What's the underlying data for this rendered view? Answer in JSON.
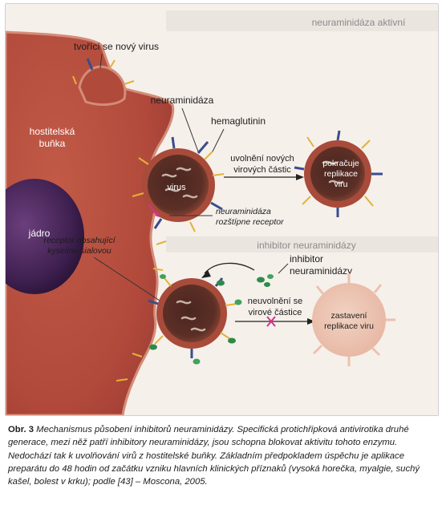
{
  "diagram": {
    "band_top": "neuraminidáza aktivní",
    "band_bottom": "inhibitor neuraminidázy",
    "host_cell": [
      "hostitelská",
      "buňka"
    ],
    "nucleus": "jádro",
    "budding": "tvořící se nový virus",
    "neuraminidase": "neuraminidáza",
    "hemagglutinin": "hemaglutinin",
    "virus": "virus",
    "release": [
      "uvolnění nových",
      "virových částic"
    ],
    "continue": [
      "pokračuje",
      "replikace",
      "viru"
    ],
    "cleaves": [
      "neuraminidáza",
      "rozštípne receptor"
    ],
    "receptor": [
      "receptor obsahující",
      "kyselinu sialovou"
    ],
    "inhibitor": [
      "inhibitor",
      "neuraminidázy"
    ],
    "no_release": [
      "neuvolnění  se",
      "virové částice"
    ],
    "stopped": [
      "zastavení",
      "replikace viru"
    ]
  },
  "caption": {
    "label": "Obr. 3",
    "text": "Mechanismus působení inhibitorů neuraminidázy. Specifická protichřipková antivirotika druhé generace, mezi něž patří inhibitory neuraminidázy, jsou schopna blokovat aktivitu tohoto enzymu. Nedochází tak k uvolňování virů z hostitelské buňky. Základním předpokladem úspěchu je aplikace preparátu do 48 hodin od začátku vzniku hlavních klinických příznaků (vysoká horečka, myalgie, suchý kašel, bolest v krku); podle [43] – Moscona, 2005."
  }
}
